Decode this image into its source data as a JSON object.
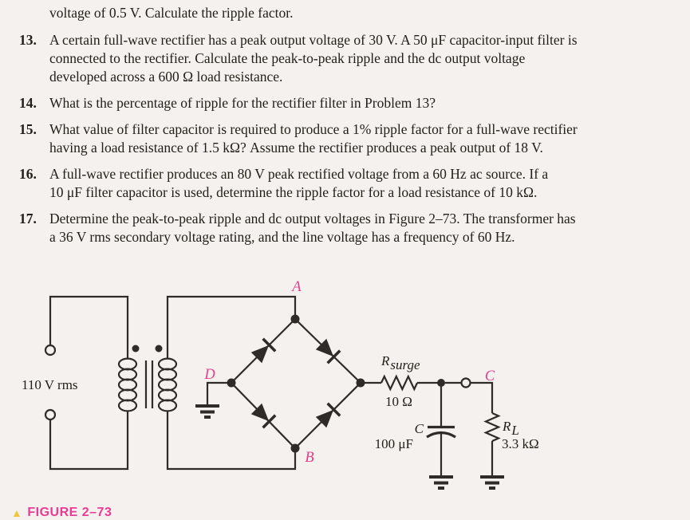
{
  "page": {
    "background": "#f4f1ee",
    "ink": "#232019",
    "accent_pink": "#e2418a",
    "caption_pink": "#ea3a93",
    "marker_yellow": "#f2c53d"
  },
  "problems": {
    "intro_line": "voltage of 0.5 V. Calculate the ripple factor.",
    "items": [
      {
        "number": "13.",
        "lines": [
          "A certain full-wave rectifier has a peak output voltage of 30 V. A 50 μF capacitor-input filter is",
          "connected to the rectifier. Calculate the peak-to-peak ripple and the dc output voltage",
          "developed across a 600 Ω load resistance."
        ]
      },
      {
        "number": "14.",
        "lines": [
          "What is the percentage of ripple for the rectifier filter in Problem 13?"
        ]
      },
      {
        "number": "15.",
        "lines": [
          "What value of filter capacitor is required to produce a 1% ripple factor for a full-wave rectifier",
          "having a load resistance of 1.5 kΩ? Assume the rectifier produces a peak output of 18 V."
        ]
      },
      {
        "number": "16.",
        "lines": [
          "A full-wave rectifier produces an 80 V peak rectified voltage from a 60 Hz ac source. If a",
          "10 μF filter capacitor is used, determine the ripple factor for a load resistance of 10 kΩ."
        ]
      },
      {
        "number": "17.",
        "lines": [
          "Determine the peak-to-peak ripple and dc output voltages in Figure 2–73. The transformer has",
          "a 36 V rms secondary voltage rating, and the line voltage has a frequency of 60 Hz."
        ]
      }
    ]
  },
  "circuit": {
    "source_label": "110 V rms",
    "node_labels": {
      "a": "A",
      "b": "B",
      "c": "C",
      "d": "D"
    },
    "surge_resistor": {
      "name": "R",
      "subscript": "surge",
      "value": "10 Ω"
    },
    "capacitor": {
      "name": "C",
      "value": "100 μF"
    },
    "load_resistor": {
      "name": "R",
      "subscript": "L",
      "value": "3.3 kΩ"
    }
  },
  "caption": {
    "marker": "▲",
    "label": "FIGURE 2–73"
  }
}
